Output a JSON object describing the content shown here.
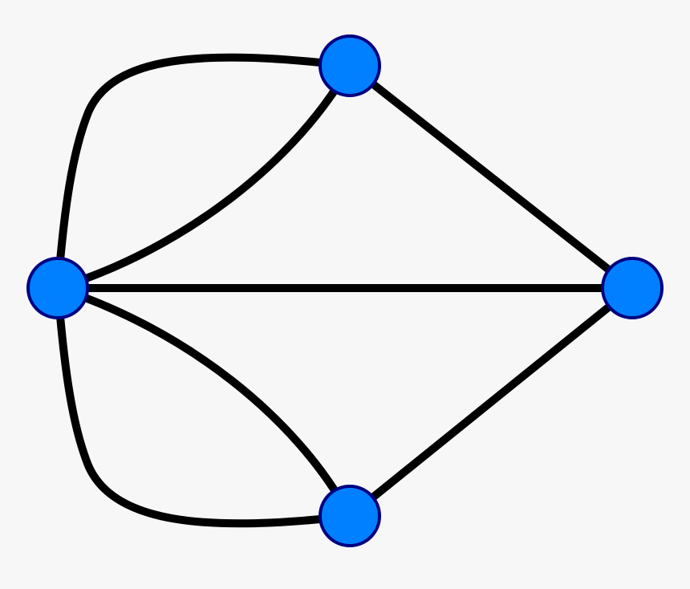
{
  "diagram": {
    "type": "multigraph",
    "colors": {
      "background": "#f7f7f7",
      "edge": "#000000",
      "node_fill": "#0080ff",
      "node_stroke": "#000080"
    },
    "nodes": [
      {
        "id": "top"
      },
      {
        "id": "left"
      },
      {
        "id": "right"
      },
      {
        "id": "bottom"
      }
    ],
    "edges": [
      {
        "from": "left",
        "to": "top",
        "style": "outer-curve"
      },
      {
        "from": "left",
        "to": "top",
        "style": "inner-curve"
      },
      {
        "from": "left",
        "to": "right",
        "style": "straight"
      },
      {
        "from": "top",
        "to": "right",
        "style": "straight"
      },
      {
        "from": "bottom",
        "to": "right",
        "style": "straight"
      },
      {
        "from": "left",
        "to": "bottom",
        "style": "inner-curve"
      },
      {
        "from": "left",
        "to": "bottom",
        "style": "outer-curve"
      }
    ]
  }
}
